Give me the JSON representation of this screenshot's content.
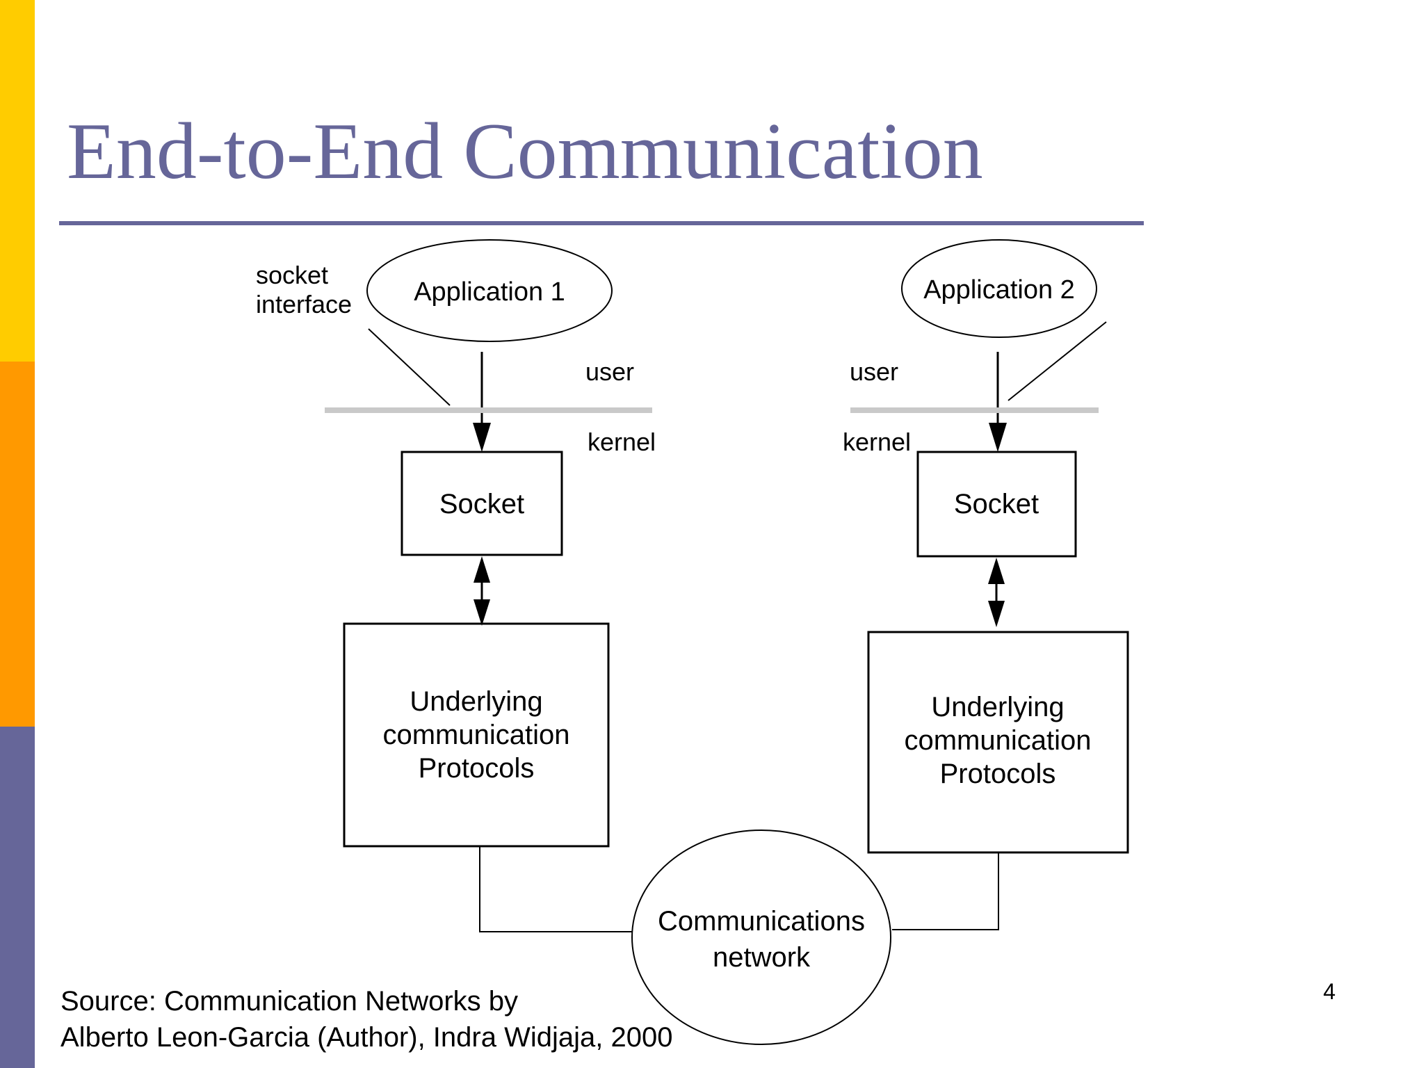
{
  "slide": {
    "title": "End-to-End Communication",
    "page_number": "4",
    "source": {
      "line1": "Source: Communication Networks by",
      "line2": "Alberto Leon-Garcia (Author), Indra Widjaja, 2000"
    }
  },
  "colors": {
    "accent": "#666699",
    "sidebar_yellow": "#FFCC00",
    "sidebar_orange": "#FF9900",
    "sidebar_slate": "#666699",
    "divider_gray": "#C9C9C9",
    "diagram_line": "#000000"
  },
  "diagram": {
    "socket_interface": {
      "line1": "socket",
      "line2": "interface"
    },
    "left": {
      "application": "Application 1",
      "user_label": "user",
      "kernel_label": "kernel",
      "socket_box": "Socket",
      "protocols": {
        "line1": "Underlying",
        "line2": "communication",
        "line3": "Protocols"
      }
    },
    "right": {
      "application": "Application 2",
      "user_label": "user",
      "kernel_label": "kernel",
      "socket_box": "Socket",
      "protocols": {
        "line1": "Underlying",
        "line2": "communication",
        "line3": "Protocols"
      }
    },
    "network": {
      "line1": "Communications",
      "line2": "network"
    }
  }
}
